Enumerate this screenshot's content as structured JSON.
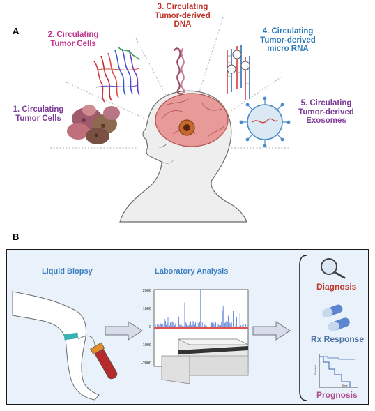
{
  "panel_a": {
    "letter": "A",
    "labels": [
      {
        "text": "1.  Circulating\nTumor Cells",
        "color": "purple"
      },
      {
        "text": "2. Circulating\nTumor Cells",
        "color": "magenta"
      },
      {
        "text": "3. Circulating\nTumor-derived\nDNA",
        "color": "red"
      },
      {
        "text": "4. Circulating\nTumor-derived\nmicro RNA",
        "color": "blue"
      },
      {
        "text": "5. Circulating\nTumor-derived\nExosomes",
        "color": "purple"
      }
    ]
  },
  "panel_b": {
    "letter": "B",
    "liquid_biopsy_title": "Liquid Biopsy",
    "lab_analysis_title": "Laboratory Analysis",
    "y_ticks": [
      "2000",
      "1000",
      "0",
      "-1000",
      "-2000"
    ],
    "outcomes": {
      "diagnosis": "Diagnosis",
      "rx_response": "Rx Response",
      "prognosis": "Prognosis"
    },
    "km_axis": {
      "ylabel": "Survival",
      "xlabel": "Time"
    }
  },
  "colors": {
    "purple": "#7d3c98",
    "magenta": "#c2378f",
    "red": "#c0332b",
    "blue": "#2e7ab8",
    "panel_bg": "#e9f1fa",
    "arrow_fill": "#d8dce8"
  }
}
